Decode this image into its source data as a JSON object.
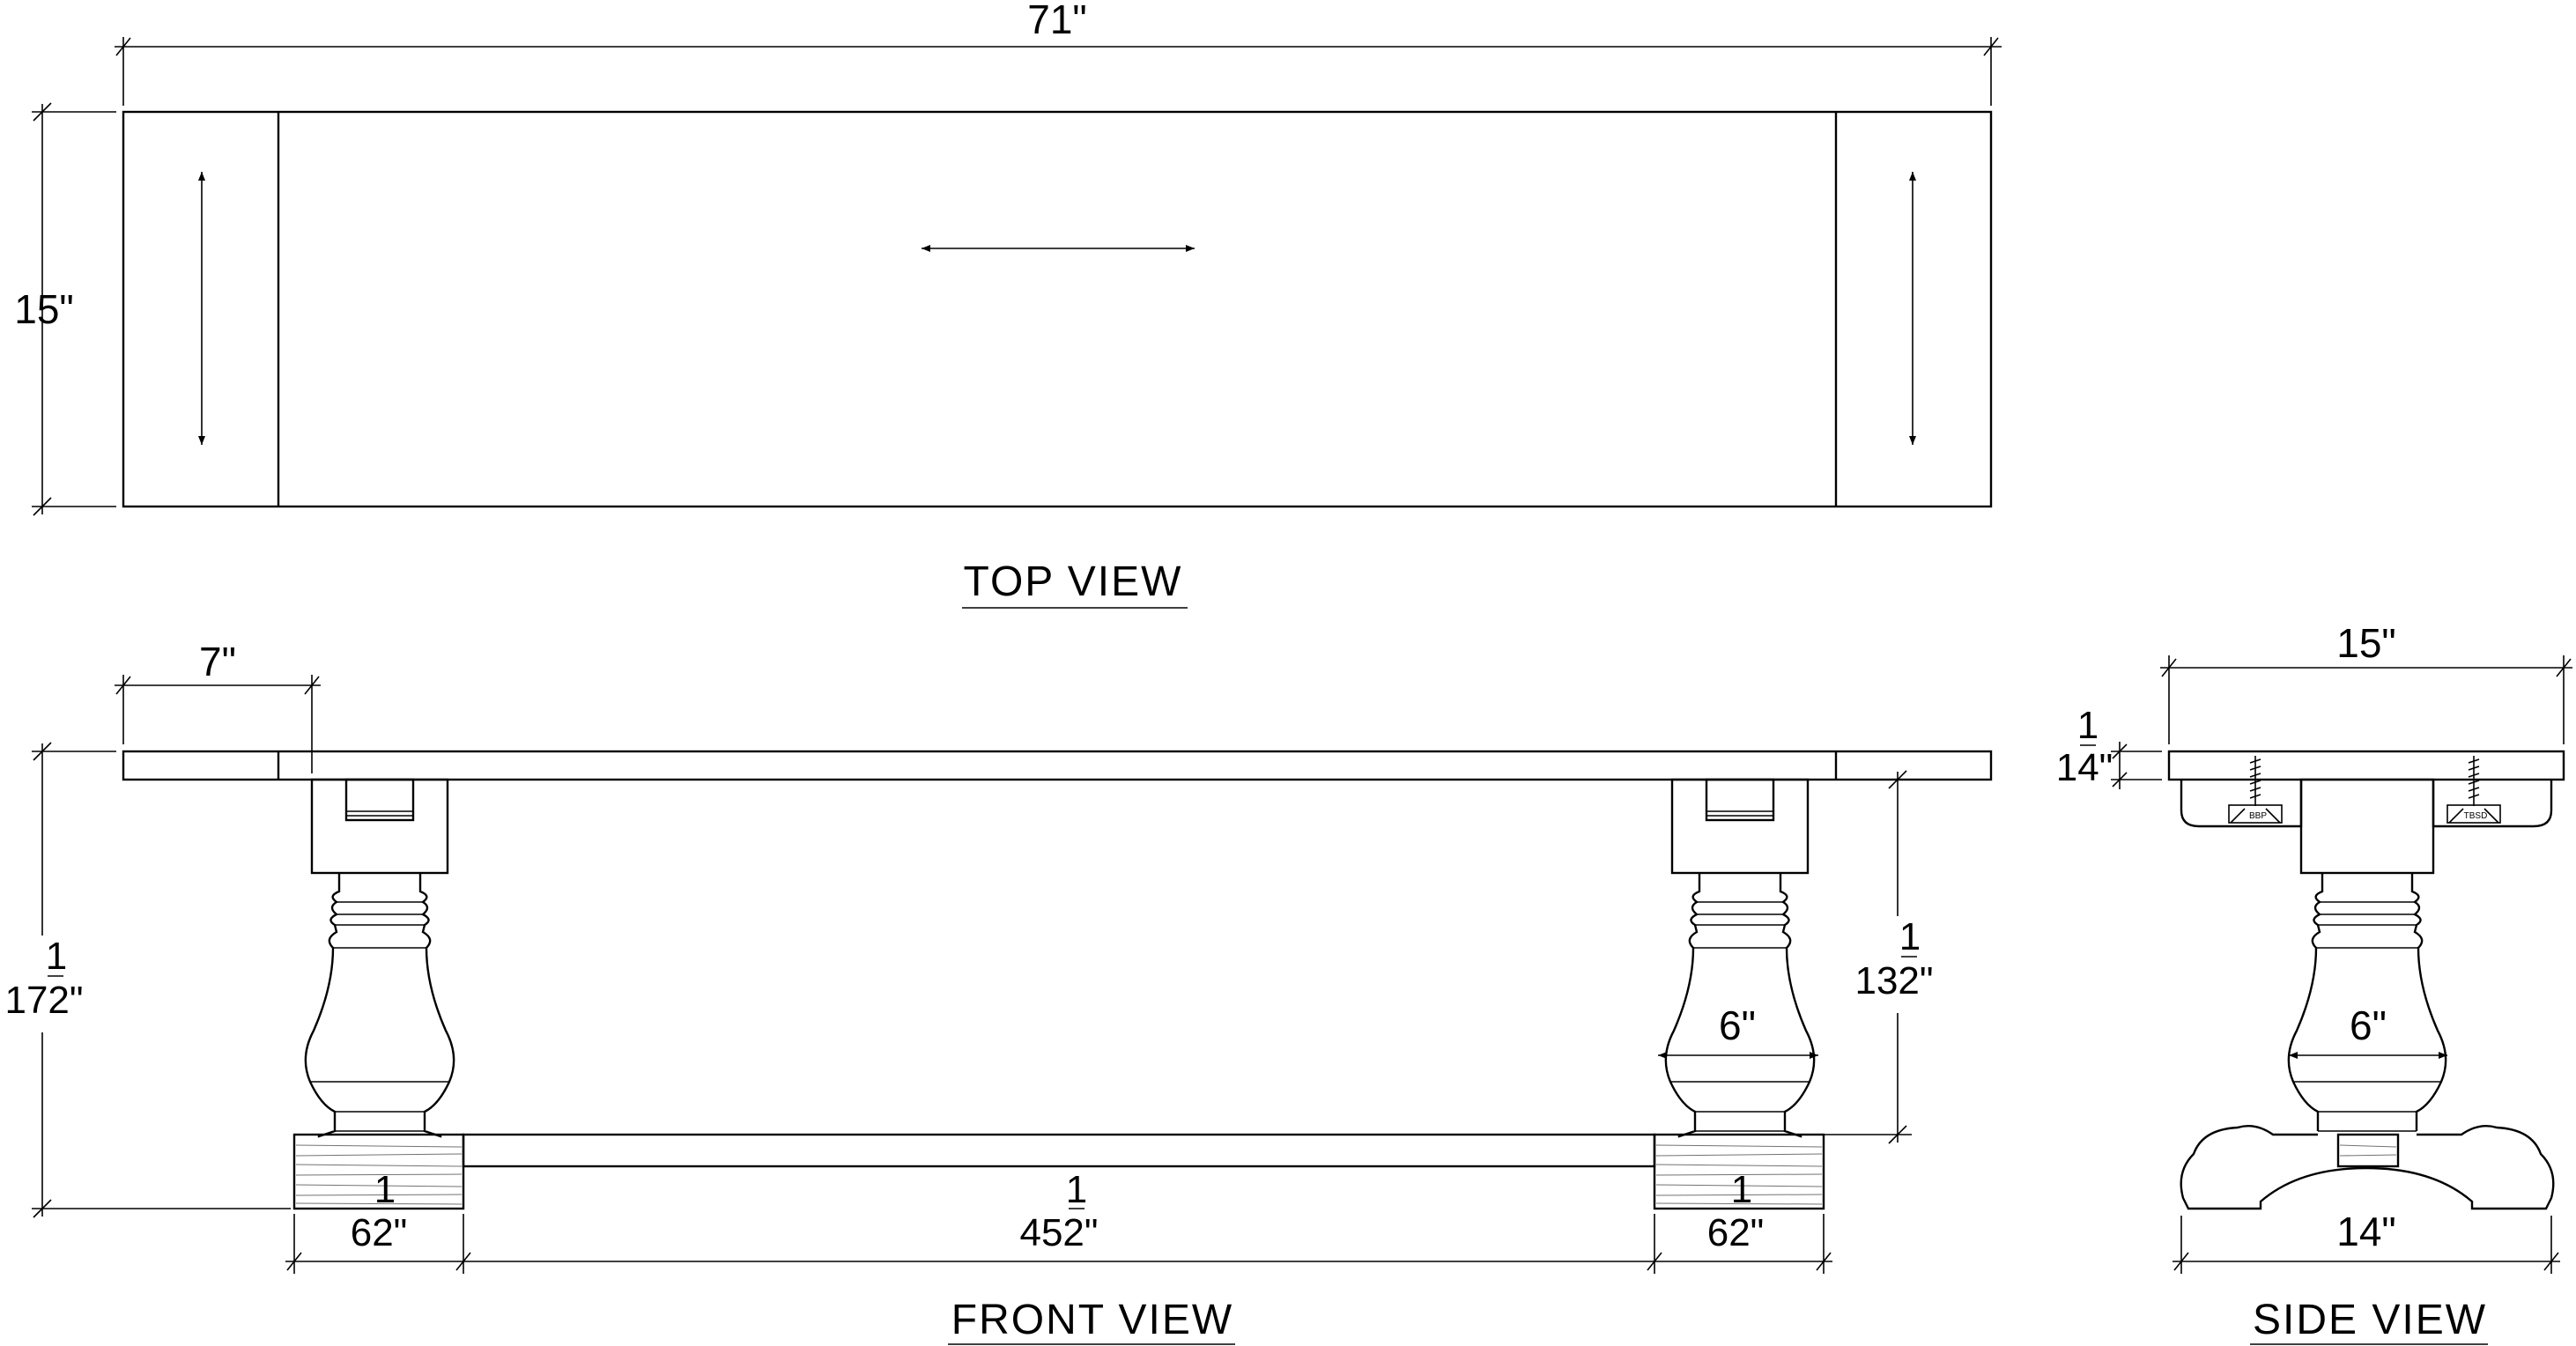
{
  "views": {
    "top": "TOP  VIEW",
    "front": "FRONT  VIEW",
    "side": "SIDE  VIEW"
  },
  "top_view": {
    "length": "71\"",
    "width": "15\""
  },
  "front_view": {
    "end_overhang": "7\"",
    "overall_height": {
      "whole": "1",
      "text": "172\""
    },
    "leg_height": {
      "whole": "1",
      "text": "132\""
    },
    "post_width": "6\"",
    "foot_left": {
      "whole": "1",
      "text": "62\""
    },
    "stretcher": {
      "whole": "1",
      "text": "452\""
    },
    "foot_right": {
      "whole": "1",
      "text": "62\""
    }
  },
  "side_view": {
    "top_width": "15\"",
    "top_thickness": {
      "whole": "1",
      "text": "14\""
    },
    "post_width": "6\"",
    "base_width": "14\"",
    "bracket_label_left": "BBP",
    "bracket_label_right": "TBSD"
  }
}
